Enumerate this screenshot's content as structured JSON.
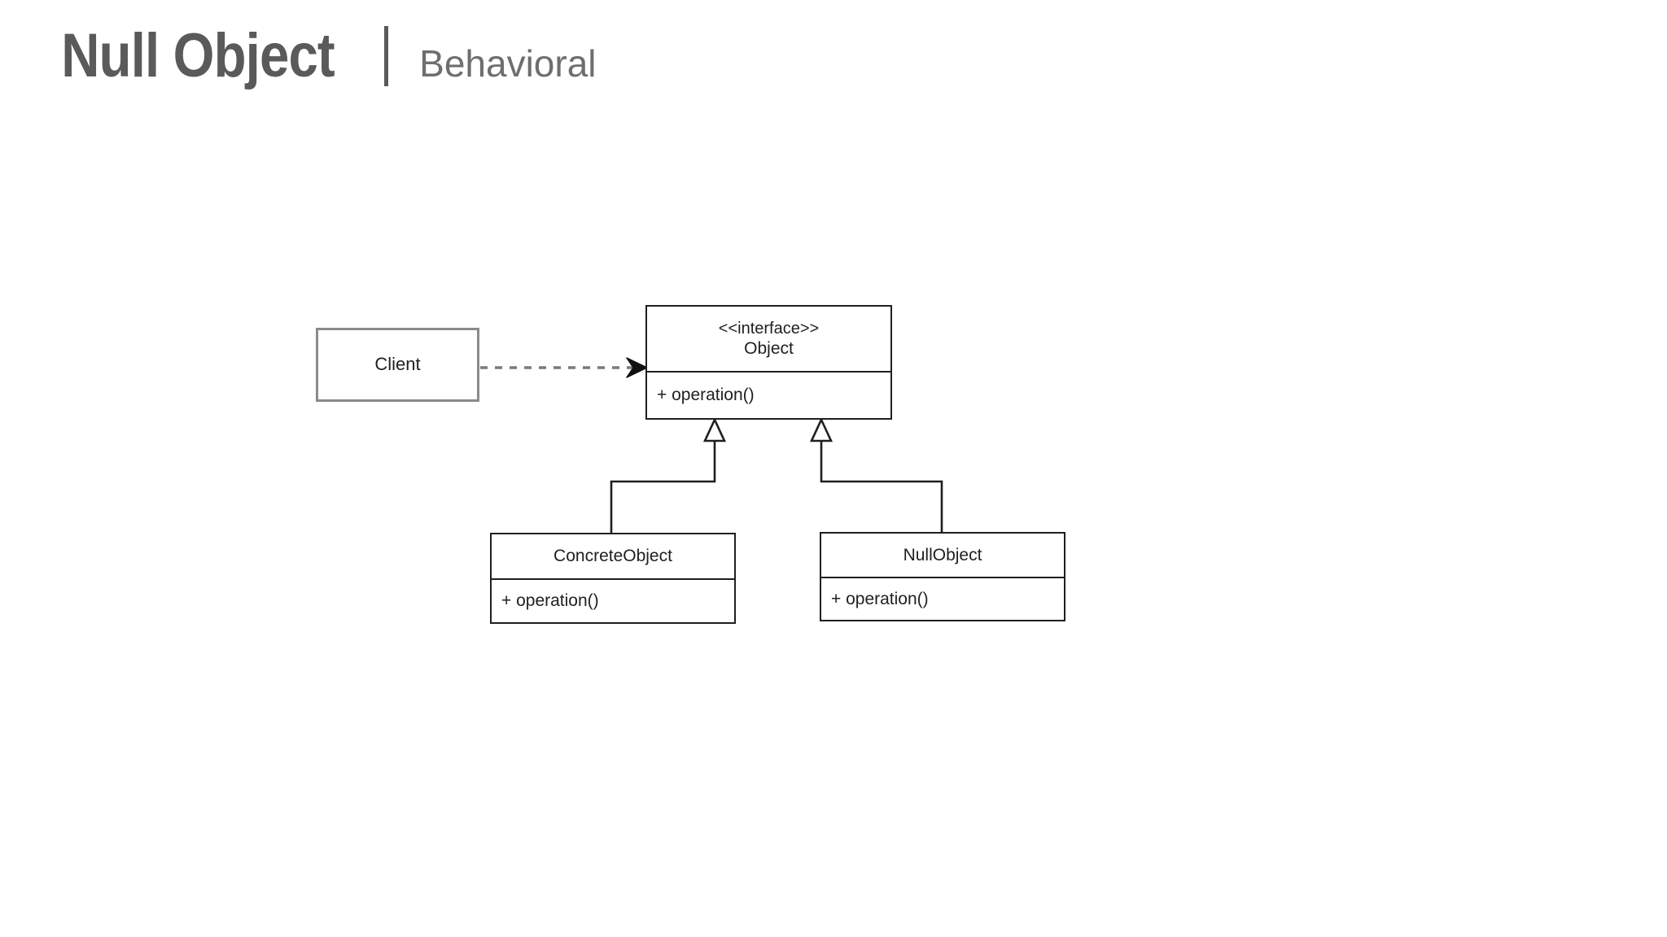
{
  "header": {
    "pattern_name": "Null Object",
    "separator": "|",
    "category": "Behavioral"
  },
  "diagram": {
    "type": "uml-class-diagram",
    "classes": [
      {
        "id": "client",
        "name": "Client",
        "stereotype": "",
        "operations": [],
        "border_color": "#8a8a8a"
      },
      {
        "id": "object",
        "name": "Object",
        "stereotype": "<<interface>>",
        "operations": [
          "+ operation()"
        ],
        "border_color": "#1f1f1f"
      },
      {
        "id": "concrete",
        "name": "ConcreteObject",
        "stereotype": "",
        "operations": [
          "+ operation()"
        ],
        "border_color": "#1f1f1f"
      },
      {
        "id": "nullobject",
        "name": "NullObject",
        "stereotype": "",
        "operations": [
          "+ operation()"
        ],
        "border_color": "#1f1f1f"
      }
    ],
    "relationships": [
      {
        "kind": "dependency",
        "style": "dashed",
        "arrowhead": "open-filled",
        "from": "client",
        "to": "object",
        "color": "#7a7a7a"
      },
      {
        "kind": "generalization",
        "style": "solid",
        "arrowhead": "hollow-triangle",
        "from": "concrete",
        "to": "object",
        "color": "#1f1f1f"
      },
      {
        "kind": "generalization",
        "style": "solid",
        "arrowhead": "hollow-triangle",
        "from": "nullobject",
        "to": "object",
        "color": "#1f1f1f"
      }
    ]
  },
  "colors": {
    "background": "#ffffff",
    "title_gray": "#5a5a5a",
    "category_gray": "#6e6e6e",
    "line_dark": "#1f1f1f",
    "line_gray": "#8a8a8a"
  }
}
